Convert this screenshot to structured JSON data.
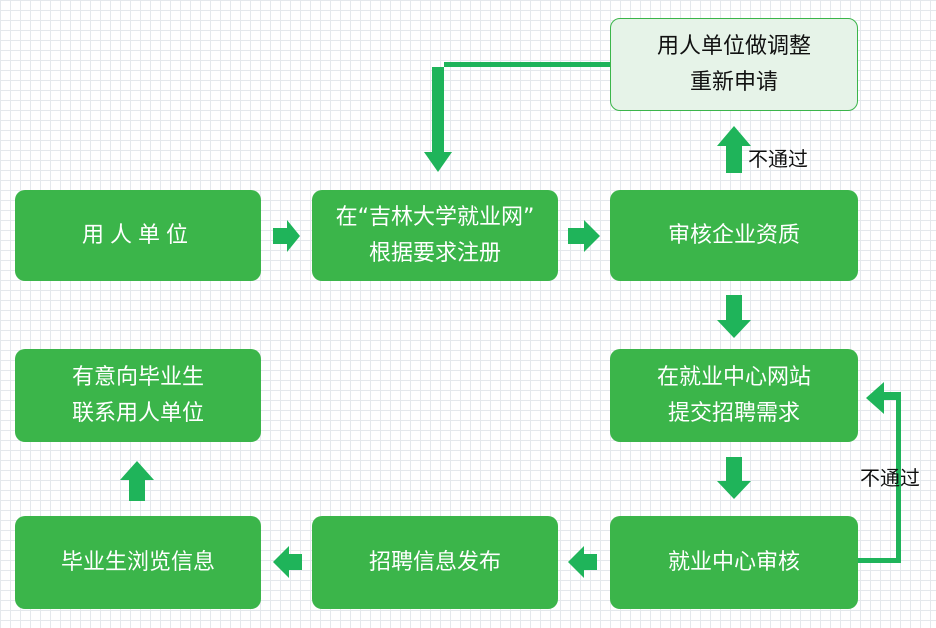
{
  "colors": {
    "box_fill": "#3bb54a",
    "arrow_fill": "#1fb45a",
    "feedback_box_fill": "#e6f3e8",
    "text_on_box": "#ffffff",
    "text_dark": "#111111"
  },
  "nodes": {
    "employer": {
      "line1": "用人单位"
    },
    "register": {
      "line1": "在“吉林大学就业网”",
      "line2": "根据要求注册"
    },
    "review_qual": {
      "line1": "审核企业资质"
    },
    "adjust": {
      "line1": "用人单位做调整",
      "line2": "重新申请"
    },
    "submit_demand": {
      "line1": "在就业中心网站",
      "line2": "提交招聘需求"
    },
    "center_review": {
      "line1": "就业中心审核"
    },
    "publish": {
      "line1": "招聘信息发布"
    },
    "browse": {
      "line1": "毕业生浏览信息"
    },
    "contact": {
      "line1": "有意向毕业生",
      "line2": "联系用人单位"
    }
  },
  "labels": {
    "fail_qualification": "不通过",
    "fail_center_review": "不通过"
  }
}
